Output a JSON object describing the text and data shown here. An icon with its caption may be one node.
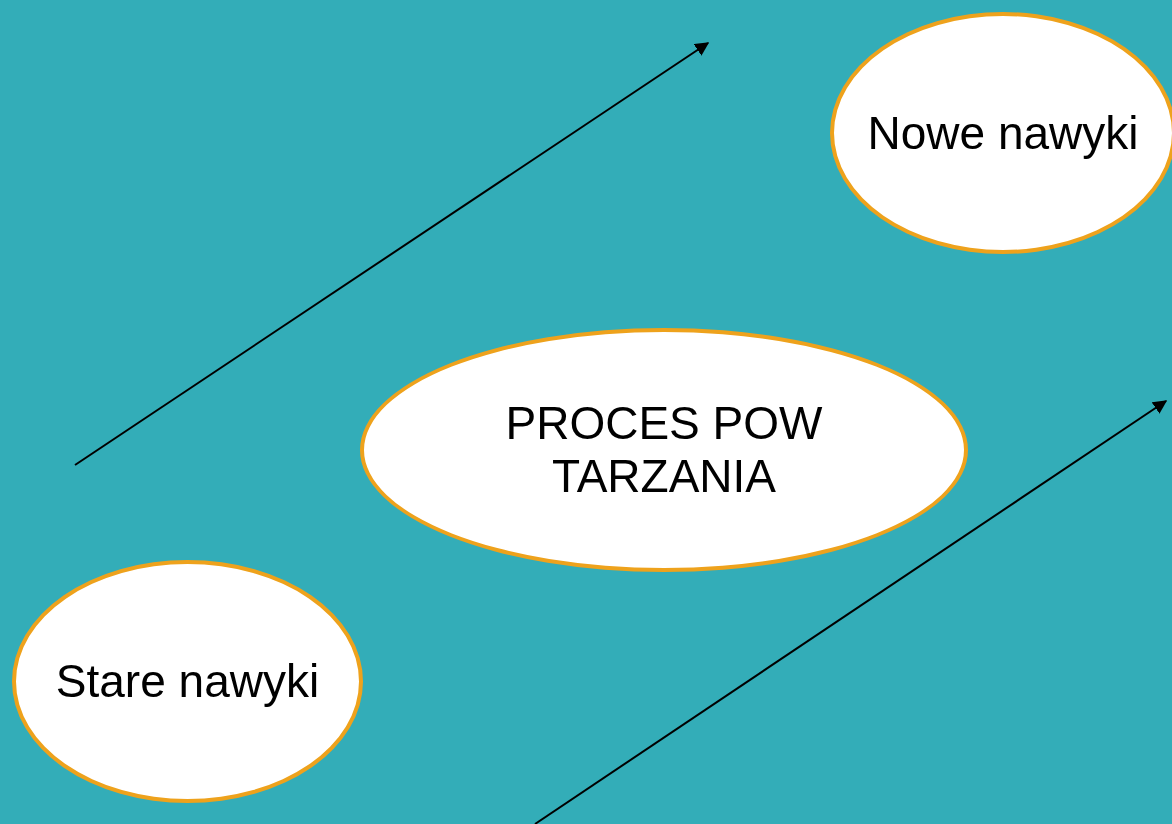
{
  "diagram": {
    "nodes": [
      {
        "text": [
          "Nowe nawyki"
        ]
      },
      {
        "text": [
          "PROCES POWTARZANIA"
        ]
      },
      {
        "text": [
          "Stare nawyki"
        ]
      }
    ]
  }
}
